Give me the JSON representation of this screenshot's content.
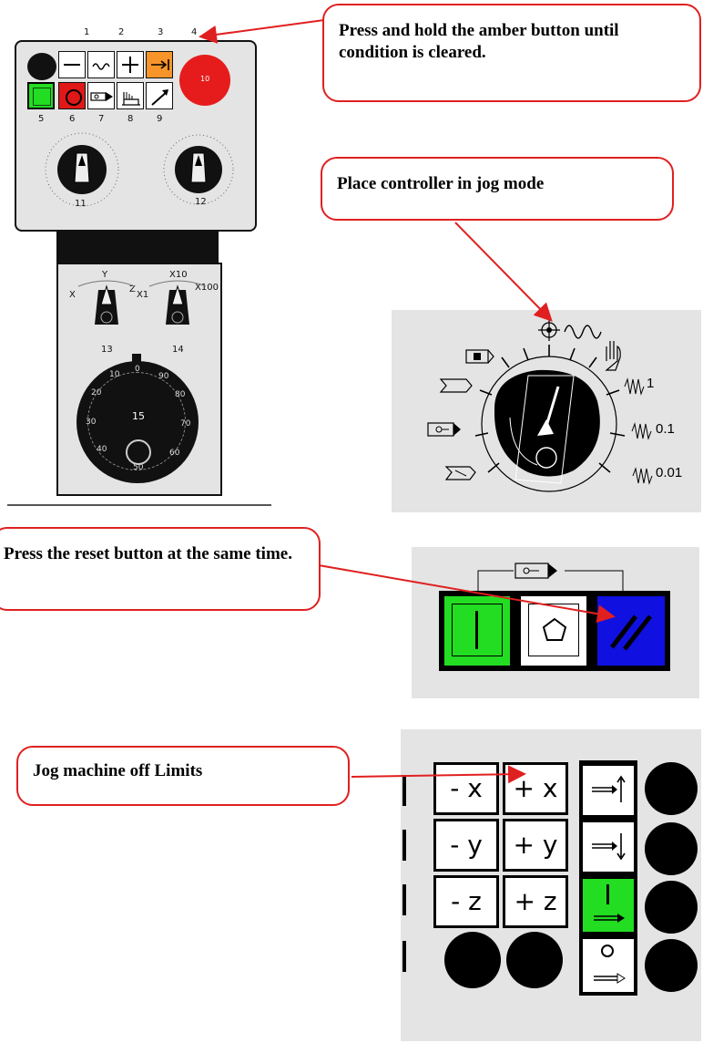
{
  "callouts": {
    "amber": "Press and hold the amber button until condition is cleared.",
    "jog_mode": "Place controller in jog mode",
    "reset": "Press the reset button at the same time.",
    "limits": "Jog machine off Limits"
  },
  "controller": {
    "top_numbers": [
      "1",
      "2",
      "3",
      "4"
    ],
    "bottom_numbers": [
      "5",
      "6",
      "7",
      "8",
      "9"
    ],
    "estop_number": "10",
    "knob_numbers": [
      "11",
      "12"
    ],
    "axis_selector_number": "13",
    "multiplier_number": "14",
    "handwheel_number": "15",
    "axis_labels": [
      "X",
      "Y",
      "Z"
    ],
    "multiplier_labels": [
      "X1",
      "X10",
      "X100"
    ],
    "handwheel_ticks": [
      "0",
      "10",
      "20",
      "30",
      "40",
      "50",
      "60",
      "70",
      "80",
      "90"
    ]
  },
  "mode_dial": {
    "labels": [
      "1",
      "0.1",
      "0.01"
    ]
  },
  "jog_keys": {
    "rows": [
      [
        "- x",
        "+ x"
      ],
      [
        "- y",
        "+ y"
      ],
      [
        "- z",
        "+ z"
      ]
    ]
  },
  "colors": {
    "callout_border": "#e02020",
    "amber": "#f7952b",
    "green": "#22dd22",
    "red": "#e01818",
    "blue": "#1010e0",
    "panel": "#e4e4e4"
  }
}
